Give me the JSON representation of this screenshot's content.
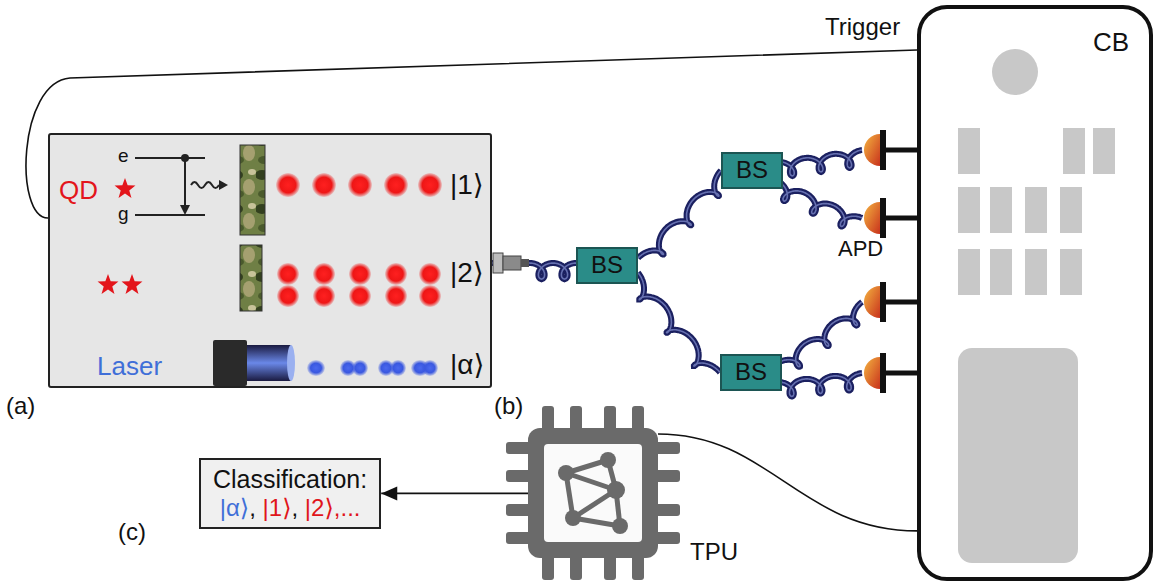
{
  "diagram": {
    "nodes": [
      {
        "text": [
          "QD",
          "e",
          "g",
          "|1⟩",
          "|2⟩",
          "Laser",
          "|α⟩"
        ]
      },
      {
        "text": [
          "BS"
        ]
      },
      {
        "text": [
          "BS"
        ]
      },
      {
        "text": [
          "BS"
        ]
      },
      {
        "text": [
          "CB"
        ]
      },
      {
        "text": [
          "TPU"
        ]
      },
      {
        "text": [
          "Classification:",
          "|α⟩, |1⟩, |2⟩,..."
        ]
      }
    ],
    "edges": [
      {
        "from": 0,
        "to": 1,
        "arrow": "none"
      },
      {
        "from": 1,
        "to": 2,
        "arrow": "none"
      },
      {
        "from": 1,
        "to": 3,
        "arrow": "none"
      },
      {
        "from": 4,
        "to": 0,
        "label": "Trigger",
        "arrow": "none"
      },
      {
        "from": 4,
        "to": 5,
        "arrow": "none"
      },
      {
        "from": 5,
        "to": 6,
        "arrow": "to"
      }
    ],
    "labels": [
      "(a)",
      "(b)",
      "(c)",
      "APD"
    ]
  }
}
